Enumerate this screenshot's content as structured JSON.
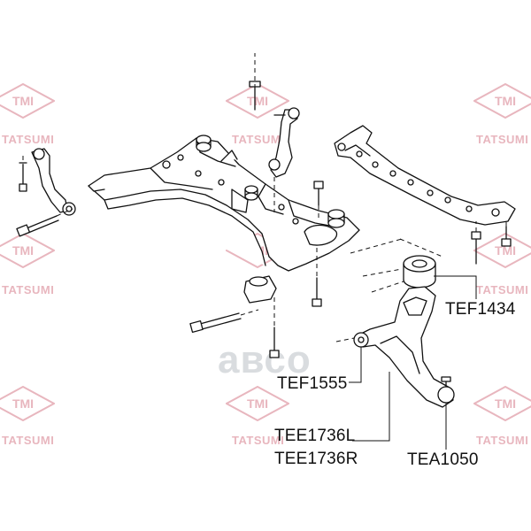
{
  "watermark": {
    "logo_text": "TMI",
    "brand_text": "TATSUMI",
    "color": "#e8b6be"
  },
  "center_brand": {
    "text": "авсо",
    "color": "#d9dcdf"
  },
  "part_numbers": {
    "p1": "TEF1434",
    "p2": "TEF1555",
    "p3": "TEE1736L",
    "p4": "TEE1736R",
    "p5": "TEA1050"
  }
}
